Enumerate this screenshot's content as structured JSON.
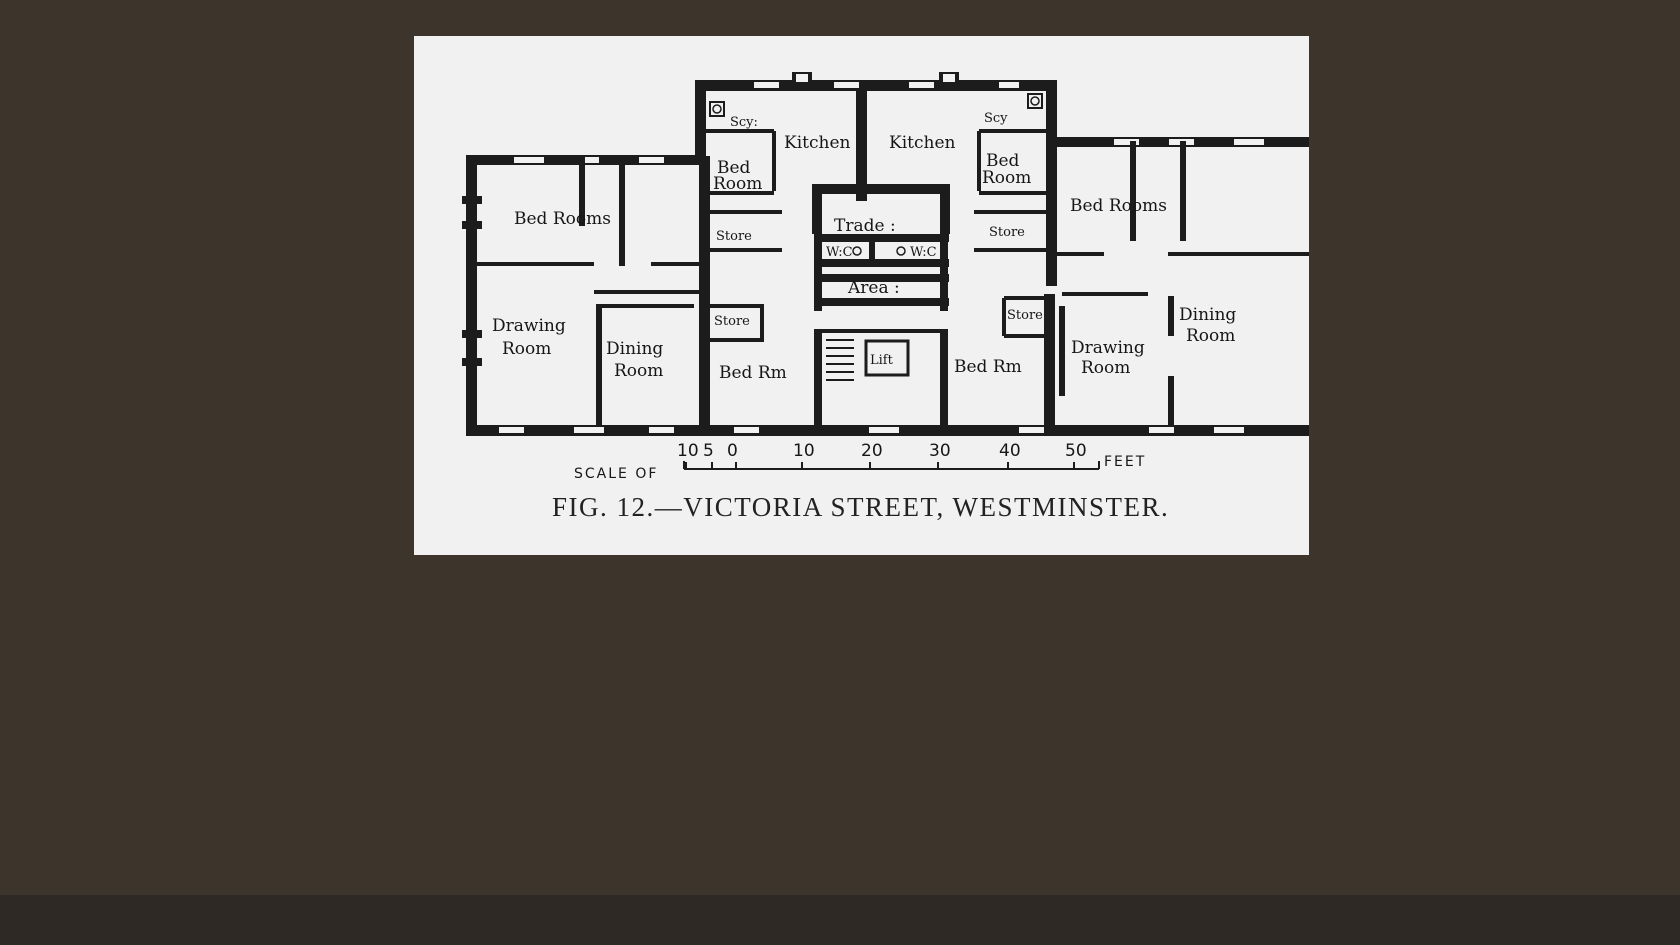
{
  "plate": {
    "caption": "FIG. 12.—VICTORIA STREET, WESTMINSTER.",
    "scale": {
      "prefix": "SCALE OF",
      "suffix": "FEET",
      "ticks": [
        "10",
        "5",
        "0",
        "10",
        "20",
        "30",
        "40",
        "50"
      ]
    },
    "rooms": {
      "bed_rooms_left": "Bed Rooms",
      "bed_rooms_right": "Bed Rooms",
      "drawing_room_left": [
        "Drawing",
        "Room"
      ],
      "dining_room_left": [
        "Dining",
        "Room"
      ],
      "drawing_room_right": [
        "Drawing",
        "Room"
      ],
      "dining_room_right": [
        "Dining",
        "Room"
      ],
      "kitchen_left": "Kitchen",
      "kitchen_right": "Kitchen",
      "scy_left": "Scy:",
      "scy_right": "Scy",
      "bed_room_left": [
        "Bed",
        "Room"
      ],
      "bed_room_right": [
        "Bed",
        "Room"
      ],
      "store_upper_left": "Store",
      "store_upper_right": "Store",
      "store_lower_left": "Store",
      "store_lower_right": "Store",
      "trade": "Trade :",
      "wc_left": "W:C",
      "wc_right": "W:C",
      "area": "Area :",
      "lift": "Lift",
      "bed_rm_left": "Bed Rm",
      "bed_rm_right": "Bed Rm"
    }
  },
  "colors": {
    "viewer_background": "#3d342b",
    "bottom_bar": "#2e2924",
    "plate_paper": "#f1f1f1",
    "ink": "#1c1c1c"
  }
}
